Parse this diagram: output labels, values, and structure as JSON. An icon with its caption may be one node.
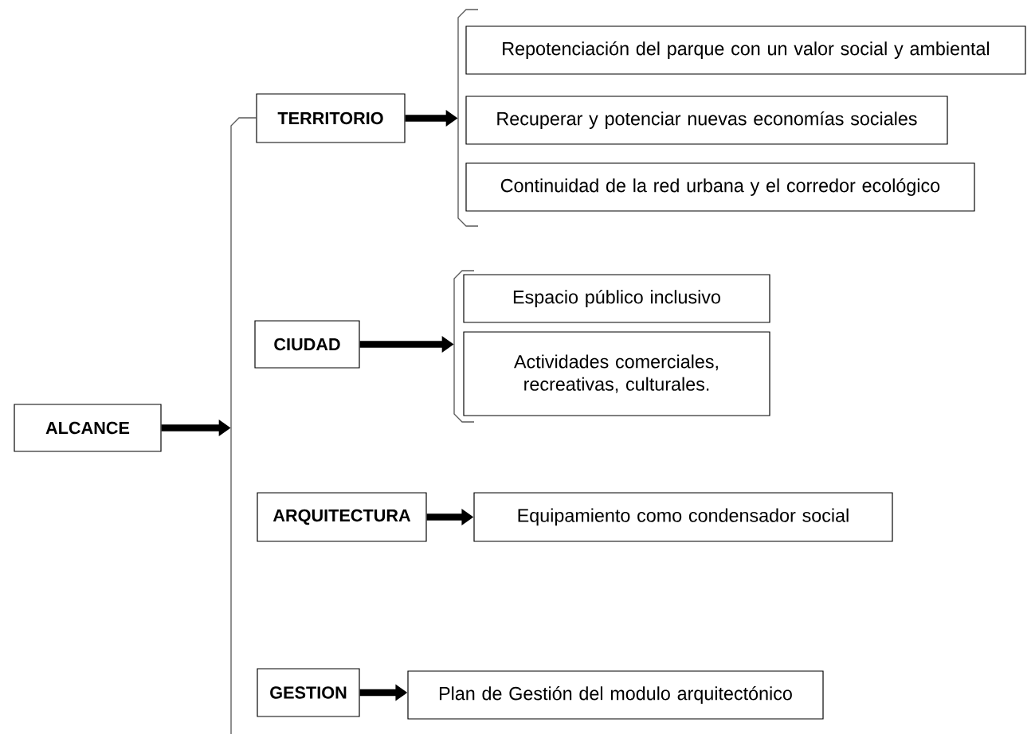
{
  "diagram": {
    "nodes": [
      {
        "text": [
          "ALCANCE"
        ]
      },
      {
        "text": [
          "TERRITORIO"
        ]
      },
      {
        "text": [
          "CIUDAD"
        ]
      },
      {
        "text": [
          "ARQUITECTURA"
        ]
      },
      {
        "text": [
          "GESTION"
        ]
      },
      {
        "text": [
          "Repotenciación del parque con un valor social y ambiental"
        ]
      },
      {
        "text": [
          "Recuperar y potenciar nuevas economías sociales"
        ]
      },
      {
        "text": [
          "Continuidad de la red urbana y el corredor ecológico"
        ]
      },
      {
        "text": [
          "Espacio público inclusivo"
        ]
      },
      {
        "text": [
          "Actividades comerciales, recreativas, culturales."
        ]
      },
      {
        "text": [
          "Equipamiento como condensador social"
        ]
      },
      {
        "text": [
          "Plan de Gestión del modulo arquitectónico"
        ]
      },
      {
        "text": [],
        "shape": "bracket"
      },
      {
        "text": [],
        "shape": "bracket"
      },
      {
        "text": [],
        "shape": "bracket"
      }
    ],
    "edges": [
      {
        "from": 0,
        "to": 12,
        "arrow": "to"
      },
      {
        "from": 1,
        "to": 14,
        "arrow": "to"
      },
      {
        "from": 2,
        "to": 13,
        "arrow": "to"
      },
      {
        "from": 3,
        "to": 10,
        "arrow": "to"
      },
      {
        "from": 4,
        "to": 11,
        "arrow": "to"
      }
    ]
  }
}
